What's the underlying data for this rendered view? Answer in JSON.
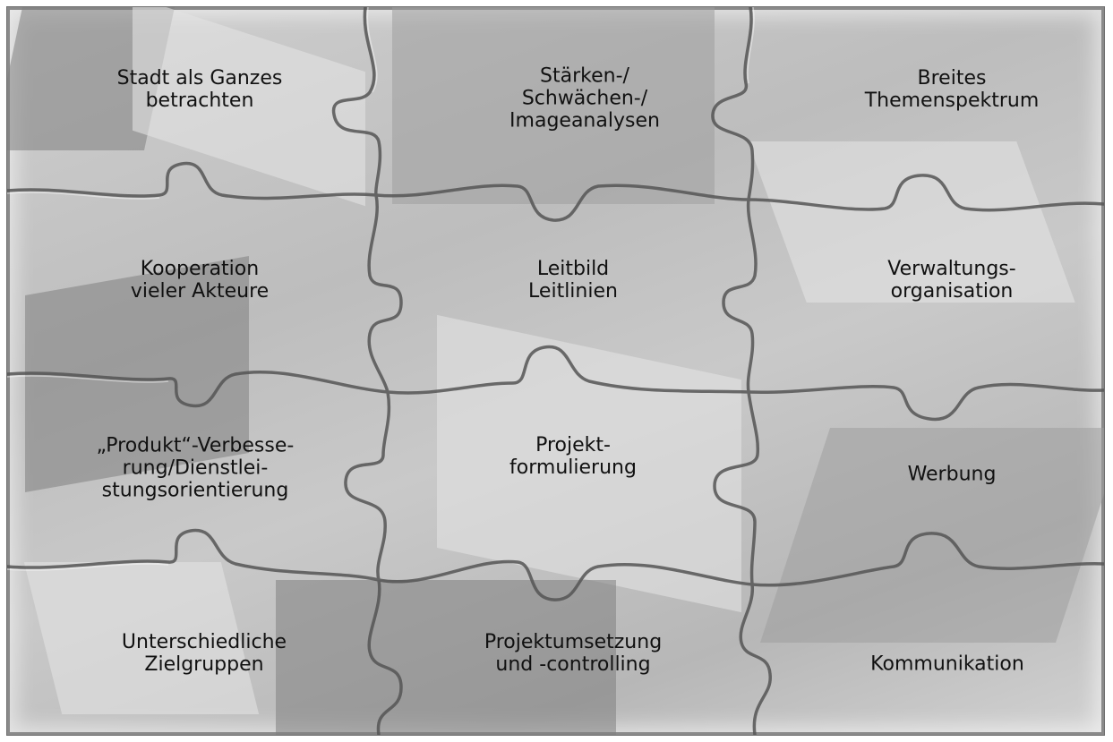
{
  "pieces": [
    {
      "label": "Stadt als Ganzes\nbetrachten"
    },
    {
      "label": "Stärken-/\nSchwächen-/\nImageanalysen"
    },
    {
      "label": "Breites\nThemenspektrum"
    },
    {
      "label": "Kooperation\nvieler Akteure"
    },
    {
      "label": "Leitbild\nLeitlinien"
    },
    {
      "label": "Verwaltungs-\norganisation"
    },
    {
      "label": "„Produkt“-Verbesse-\nrung/Dienstlei-\nstungsorientierung"
    },
    {
      "label": "Projekt-\nformulierung"
    },
    {
      "label": "Werbung"
    },
    {
      "label": "Unterschiedliche\nZielgruppen"
    },
    {
      "label": "Projektumsetzung\nund -controlling"
    },
    {
      "label": "Kommunikation"
    }
  ],
  "colors": {
    "background": "#c4c4c4",
    "seam": "#555555",
    "text": "#111111"
  }
}
